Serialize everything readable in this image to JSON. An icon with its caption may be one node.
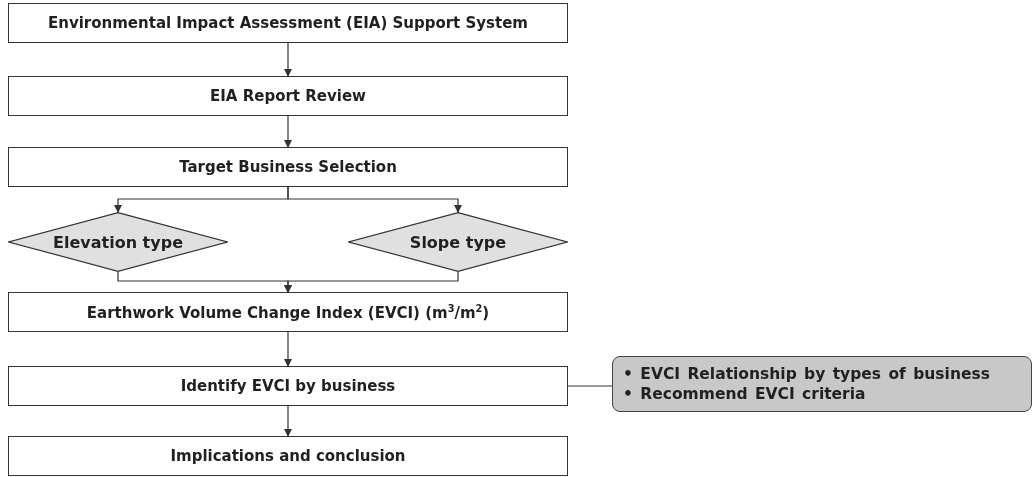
{
  "diagram": {
    "nodes": [
      {
        "text": [
          "Environmental Impact Assessment (EIA) Support System"
        ]
      },
      {
        "text": [
          "EIA Report Review"
        ]
      },
      {
        "text": [
          "Target Business Selection"
        ]
      },
      {
        "text": [
          "Elevation type"
        ]
      },
      {
        "text": [
          "Slope type"
        ]
      },
      {
        "text": [
          "Earthwork Volume Change Index (EVCI) (m$^{3}$/m$^{2}$)"
        ]
      },
      {
        "text": [
          "Identify EVCI by business"
        ]
      },
      {
        "text": [
          "Implications and conclusion"
        ]
      },
      {
        "text": [
          "• EVCI Relationship by types of business",
          "• Recommend EVCI criteria"
        ]
      }
    ],
    "edges": [
      {
        "from": 0,
        "to": 1,
        "arrow": "to"
      },
      {
        "from": 1,
        "to": 2,
        "arrow": "to"
      },
      {
        "from": 2,
        "to": 3,
        "arrow": "to"
      },
      {
        "from": 2,
        "to": 4,
        "arrow": "to"
      },
      {
        "from": 3,
        "to": 5,
        "arrow": "to"
      },
      {
        "from": 4,
        "to": 5,
        "arrow": "to"
      },
      {
        "from": 5,
        "to": 6,
        "arrow": "to"
      },
      {
        "from": 6,
        "to": 7,
        "arrow": "to"
      },
      {
        "from": 6,
        "to": 8,
        "arrow": "none"
      }
    ]
  }
}
